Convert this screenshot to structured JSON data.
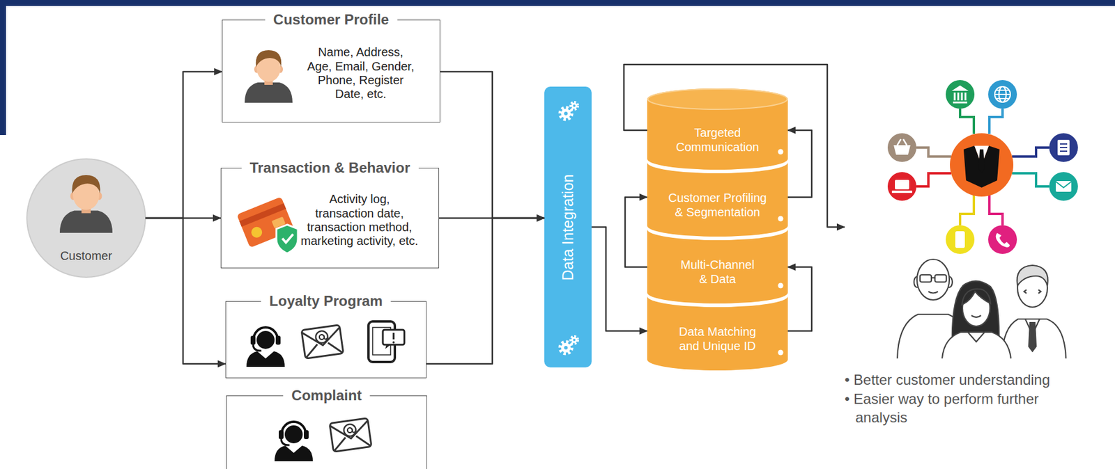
{
  "diagram": {
    "nodes": [
      {
        "text": [
          "Customer"
        ]
      },
      {
        "text": [
          "Customer Profile",
          "Name, Address, Age, Email, Gender, Phone, Register Date, etc."
        ]
      },
      {
        "text": [
          "Transaction & Behavior",
          "Activity log, transaction date, transaction method, marketing activity, etc."
        ]
      },
      {
        "text": [
          "Loyalty Program"
        ]
      },
      {
        "text": [
          "Complaint"
        ]
      },
      {
        "text": [
          "Data Integration"
        ]
      },
      {
        "text": [
          "Targeted Communication"
        ]
      },
      {
        "text": [
          "Customer Profiling & Segmentation"
        ]
      },
      {
        "text": [
          "Multi-Channel & Data"
        ]
      },
      {
        "text": [
          "Data Matching and Unique ID"
        ]
      },
      {
        "text": [
          "• Better customer understanding",
          "• Easier way to perform further analysis"
        ]
      }
    ],
    "edges": [
      {
        "from": 0,
        "to": 1,
        "arrow": "to"
      },
      {
        "from": 0,
        "to": 2,
        "arrow": "to"
      },
      {
        "from": 0,
        "to": 3,
        "arrow": "to"
      },
      {
        "from": 1,
        "to": 5,
        "arrow": "to"
      },
      {
        "from": 2,
        "to": 5,
        "arrow": "to"
      },
      {
        "from": 3,
        "to": 5,
        "arrow": "to"
      },
      {
        "from": 5,
        "to": 9,
        "arrow": "to"
      },
      {
        "from": 9,
        "to": 8,
        "arrow": "to"
      },
      {
        "from": 8,
        "to": 7,
        "arrow": "to"
      },
      {
        "from": 7,
        "to": 6,
        "arrow": "to"
      },
      {
        "from": 6,
        "to": 10,
        "arrow": "to"
      }
    ]
  }
}
